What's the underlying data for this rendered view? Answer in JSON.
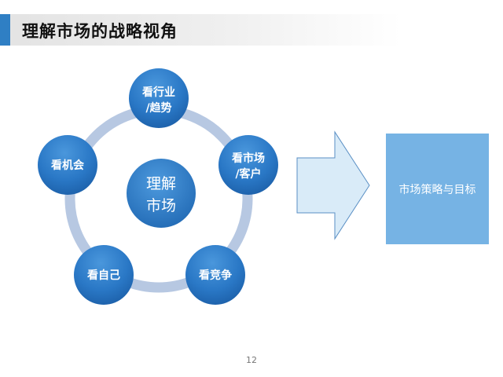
{
  "title": "理解市场的战略视角",
  "center": {
    "line1": "理解",
    "line2": "市场"
  },
  "nodes": [
    {
      "line1": "看行业",
      "line2": "/趋势"
    },
    {
      "line1": "看市场",
      "line2": "/客户"
    },
    {
      "line1": "看竞争"
    },
    {
      "line1": "看自己"
    },
    {
      "line1": "看机会"
    }
  ],
  "target": "市场策略与目标",
  "page_number": "12",
  "colors": {
    "accent": "#2f7fc4",
    "node_blue": "#1f6fbf",
    "ring": "#b7c8e2",
    "arrow_fill": "#d9ebf8",
    "target_fill": "#76b3e4"
  }
}
